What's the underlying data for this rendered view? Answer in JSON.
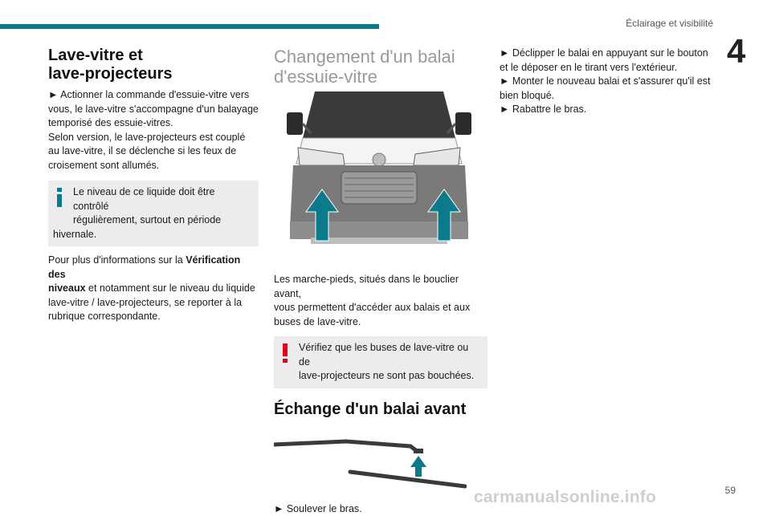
{
  "header": {
    "chapter_title": "Éclairage et visibilité",
    "chapter_number": "4",
    "page_number": "59"
  },
  "watermark": "carmanualsonline.info",
  "col1": {
    "title_lines": [
      "Lave-vitre et",
      "lave-projecteurs"
    ],
    "para1_lines": [
      "► Actionner la commande d'essuie-vitre vers",
      "vous, le lave-vitre s'accompagne d'un balayage",
      "temporisé des essuie-vitres.",
      "Selon version, le lave-projecteurs est couplé",
      "au lave-vitre, il se déclenche si les feux de",
      "croisement sont allumés."
    ],
    "info_lines": [
      "Le niveau de ce liquide doit être contrôlé",
      "régulièrement, surtout en période",
      "hivernale."
    ],
    "para2": {
      "line1_prefix": "Pour plus d'informations sur la ",
      "line1_bold": "Vérification des",
      "line2_bold": "niveaux",
      "line2_rest": " et notamment sur le niveau du liquide",
      "line3": "lave-vitre / lave-projecteurs, se reporter à la",
      "line4": "rubrique correspondante."
    }
  },
  "col2": {
    "title_lines": [
      "Changement d'un balai",
      "d'essuie-vitre"
    ],
    "caption_lines": [
      "Les marche-pieds, situés dans le bouclier avant,",
      "vous permettent d'accéder aux balais et aux",
      "buses de lave-vitre."
    ],
    "warning_lines": [
      "Vérifiez que les buses de lave-vitre ou de",
      "lave-projecteurs ne sont pas bouchées."
    ],
    "subtitle": "Échange d'un balai avant",
    "step": "► Soulever le bras."
  },
  "col3": {
    "lines": [
      "► Déclipper le balai en appuyant sur le bouton",
      "et le déposer en le tirant vers l'extérieur.",
      "► Monter le nouveau balai et s'assurer qu'il est",
      "bien bloqué.",
      "► Rabattre le bras."
    ]
  },
  "colors": {
    "accent": "#0b7b8b",
    "note_bg": "#ececec",
    "warning": "#e0001b"
  }
}
